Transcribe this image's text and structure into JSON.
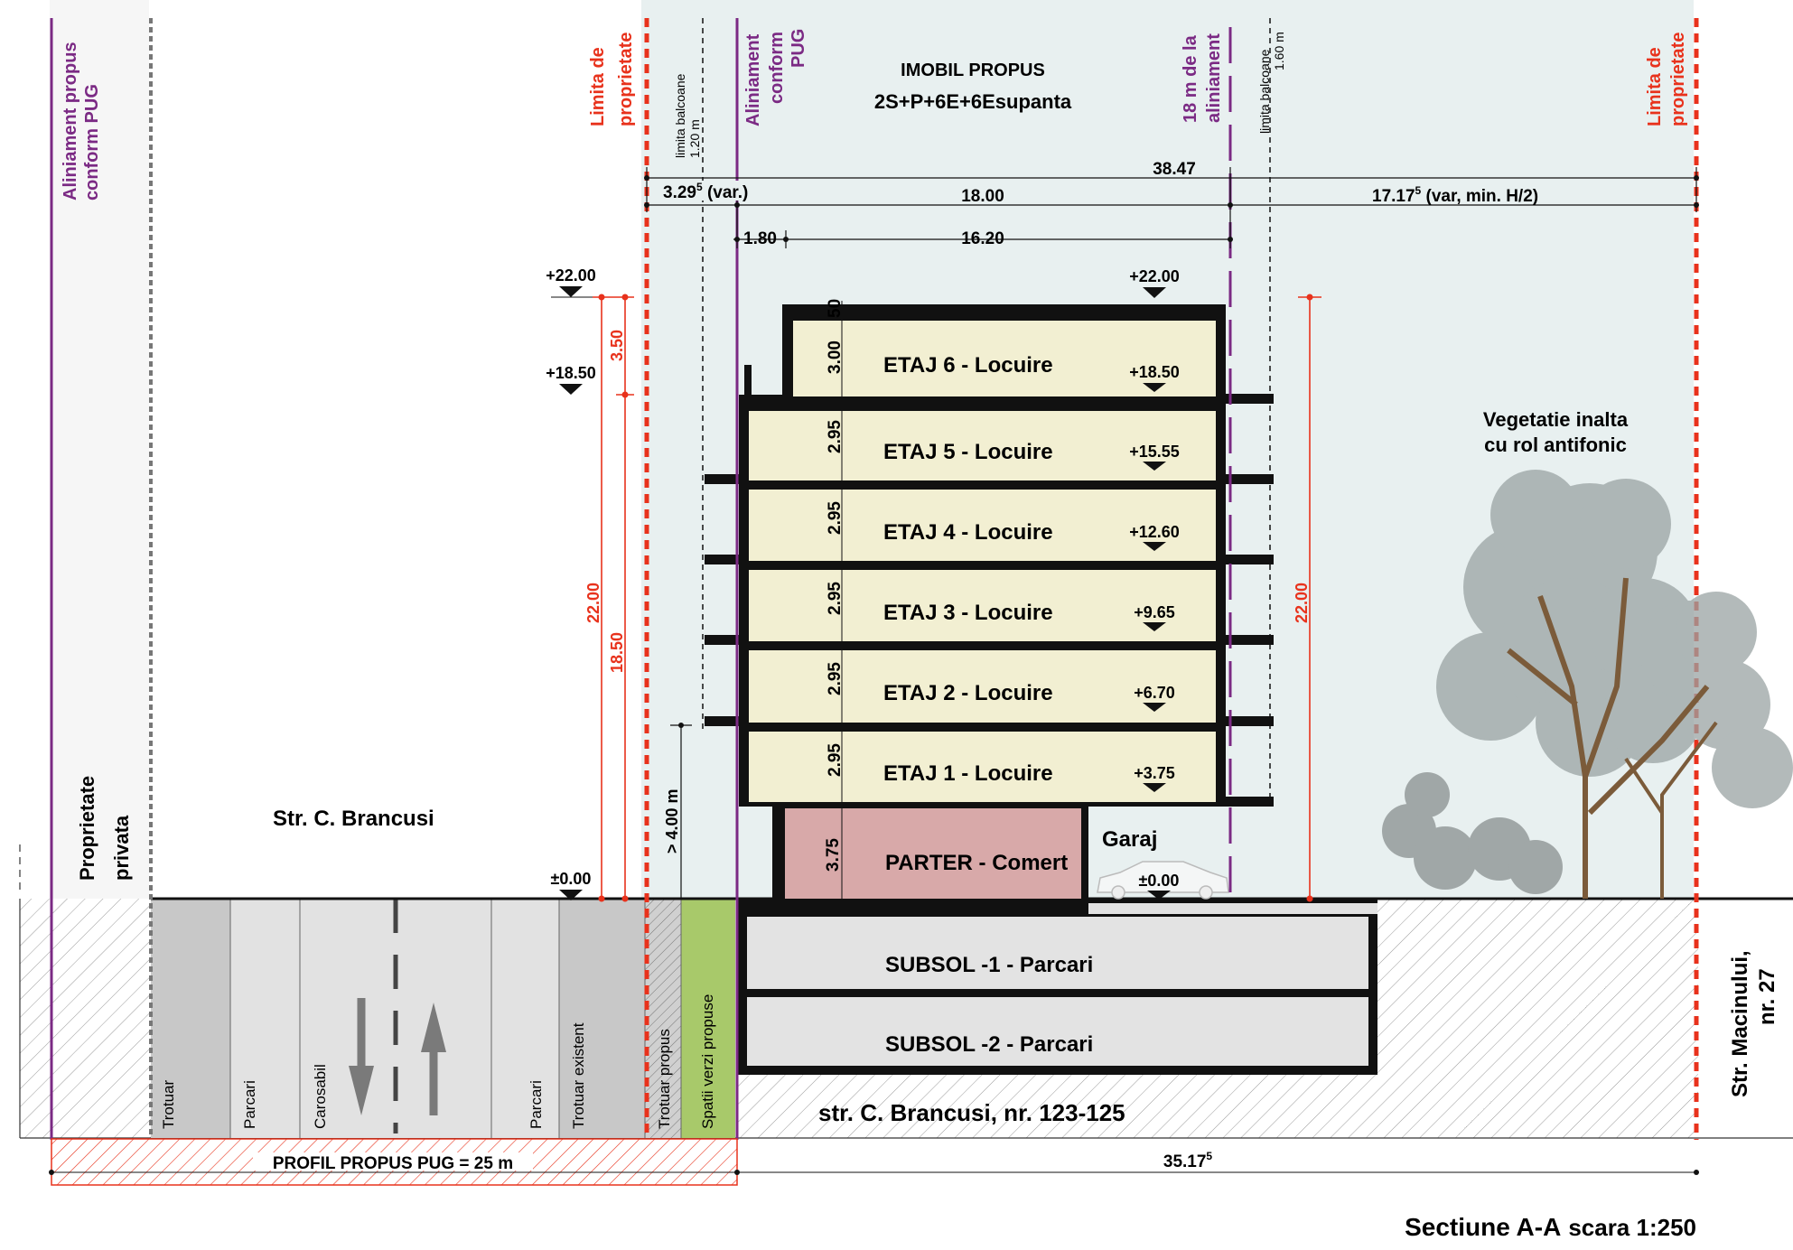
{
  "labels": {
    "aliniament_pug": [
      "Aliniament propus",
      "conform PUG"
    ],
    "proprietate_privata": [
      "Proprietate",
      "privata"
    ],
    "limita_left": [
      "Limita de",
      "proprietate"
    ],
    "limita_right": [
      "Limita de",
      "proprietate"
    ],
    "limita_balcoane_1": [
      "limita balcoane",
      "1.20 m"
    ],
    "aliniament_conform": [
      "Aliniament",
      "conform",
      "PUG"
    ],
    "m18_aliniament": [
      "18 m de la",
      "aliniament"
    ],
    "limita_balcoane_2": [
      "limita balcoane",
      "1.60 m"
    ],
    "title": "IMOBIL PROPUS",
    "subtitle": "2S+P+6E+6Esupanta",
    "vegetatie": [
      "Vegetatie inalta",
      "cu rol antifonic"
    ],
    "street_left": "Str. C. Brancusi",
    "street_right": [
      "Str. Macinului,",
      "nr. 27"
    ],
    "site": "str. C. Brancusi, nr. 123-125",
    "profil": "PROFIL PROPUS PUG = 25 m",
    "section_bold": "Sectiune A-A",
    "section_scale": "scara 1:250",
    "garaj": "Garaj",
    "min_height": "> 4.00 m"
  },
  "dimensions": {
    "total": "38.47",
    "left": "3.29",
    "left_sup": "5",
    "left_suffix": " (var.)",
    "mid": "18.00",
    "right": "17.17",
    "right_sup": "5",
    "right_suffix": " (var, min. H/2)",
    "d1": "1.80",
    "d2": "16.20",
    "bottom": "35.17",
    "bottom_sup": "5",
    "red_22_left": "22.00",
    "red_350": "3.50",
    "red_1850": "18.50",
    "red_22_right": "22.00",
    "top_50": "50"
  },
  "levels": {
    "left_2200": "+22.00",
    "left_1850": "+18.50",
    "left_000": "±0.00",
    "top_2200": "+22.00",
    "garaj_000": "±0.00"
  },
  "floors": [
    {
      "name": "ETAJ 6 - Locuire",
      "level": "+18.50",
      "height": "3.00"
    },
    {
      "name": "ETAJ 5 - Locuire",
      "level": "+15.55",
      "height": "2.95"
    },
    {
      "name": "ETAJ 4 - Locuire",
      "level": "+12.60",
      "height": "2.95"
    },
    {
      "name": "ETAJ 3 - Locuire",
      "level": "+9.65",
      "height": "2.95"
    },
    {
      "name": "ETAJ 2 - Locuire",
      "level": "+6.70",
      "height": "2.95"
    },
    {
      "name": "ETAJ 1 - Locuire",
      "level": "+3.75",
      "height": "2.95"
    }
  ],
  "parter": {
    "name": "PARTER - Comert",
    "height": "3.75"
  },
  "subsoils": [
    "SUBSOL -1 - Parcari",
    "SUBSOL -2 - Parcari"
  ],
  "road_strips": [
    "Trotuar",
    "Parcari",
    "Carosabil",
    "Parcari",
    "Trotuar existent",
    "Trotuar propus",
    "Spatii verzi propuse"
  ],
  "colors": {
    "purple": "#7b2a84",
    "red": "#e8321c",
    "floor_fill": "#f2efd2",
    "parter_fill": "#d8a9a9",
    "subsol_fill": "#e3e3e3",
    "green_strip": "#a8c96a",
    "sky": "#e8f0f0"
  }
}
